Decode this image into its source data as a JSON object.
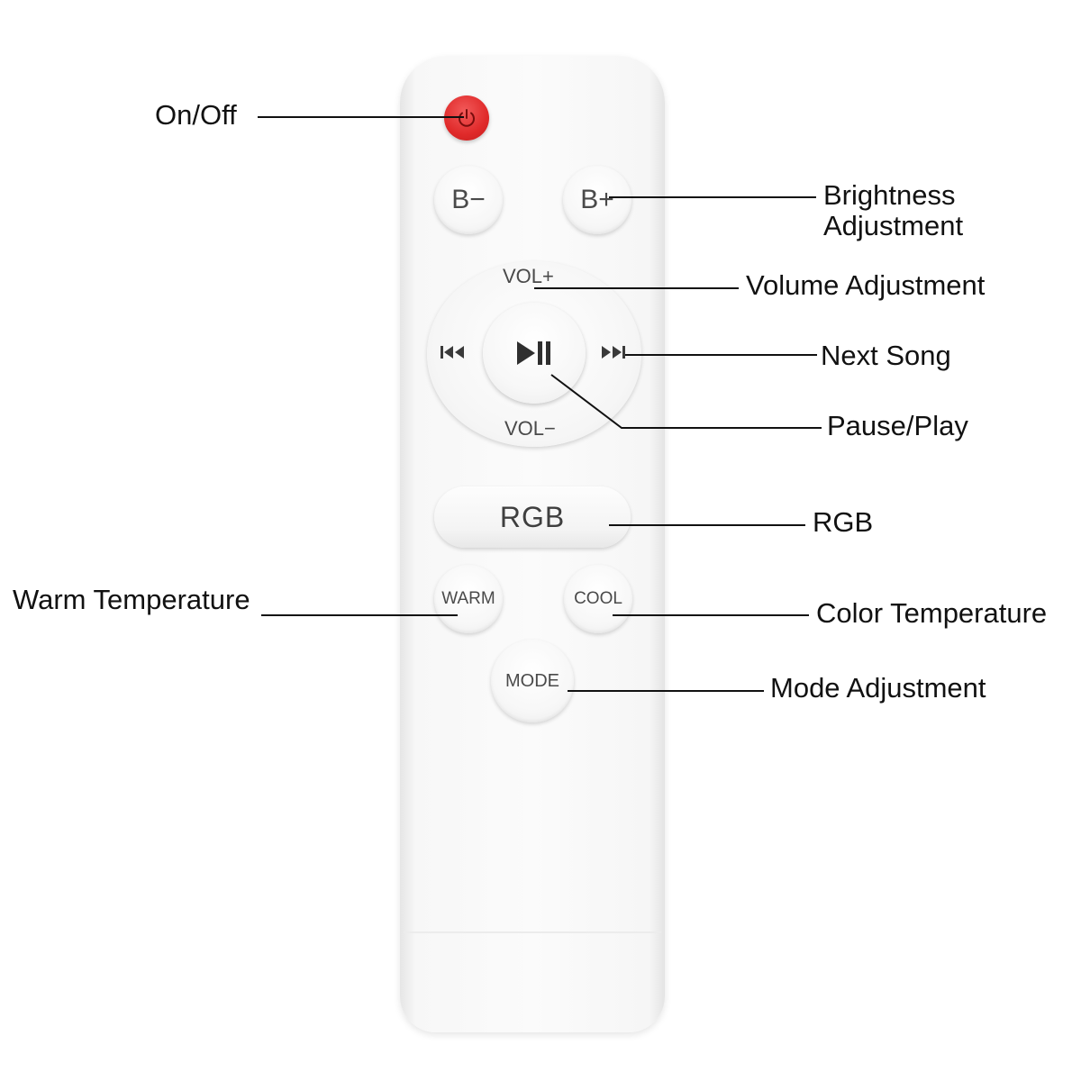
{
  "remote": {
    "brightness_down": "B−",
    "brightness_up": "B+",
    "volume_up": "VOL+",
    "volume_down": "VOL−",
    "rgb": "RGB",
    "warm": "WARM",
    "cool": "COOL",
    "mode": "MODE"
  },
  "callouts": {
    "on_off": "On/Off",
    "brightness_line1": "Brightness",
    "brightness_line2": "Adjustment",
    "volume": "Volume Adjustment",
    "next_song": "Next Song",
    "pause_play": "Pause/Play",
    "rgb": "RGB",
    "warm_temperature": "Warm Temperature",
    "color_temperature": "Color Temperature",
    "mode": "Mode Adjustment"
  },
  "colors": {
    "power": "#e02a2a",
    "label_text": "#111111",
    "button_text": "#4a4a4a"
  },
  "icons": [
    "power-icon",
    "previous-track-icon",
    "play-pause-icon",
    "next-track-icon"
  ]
}
